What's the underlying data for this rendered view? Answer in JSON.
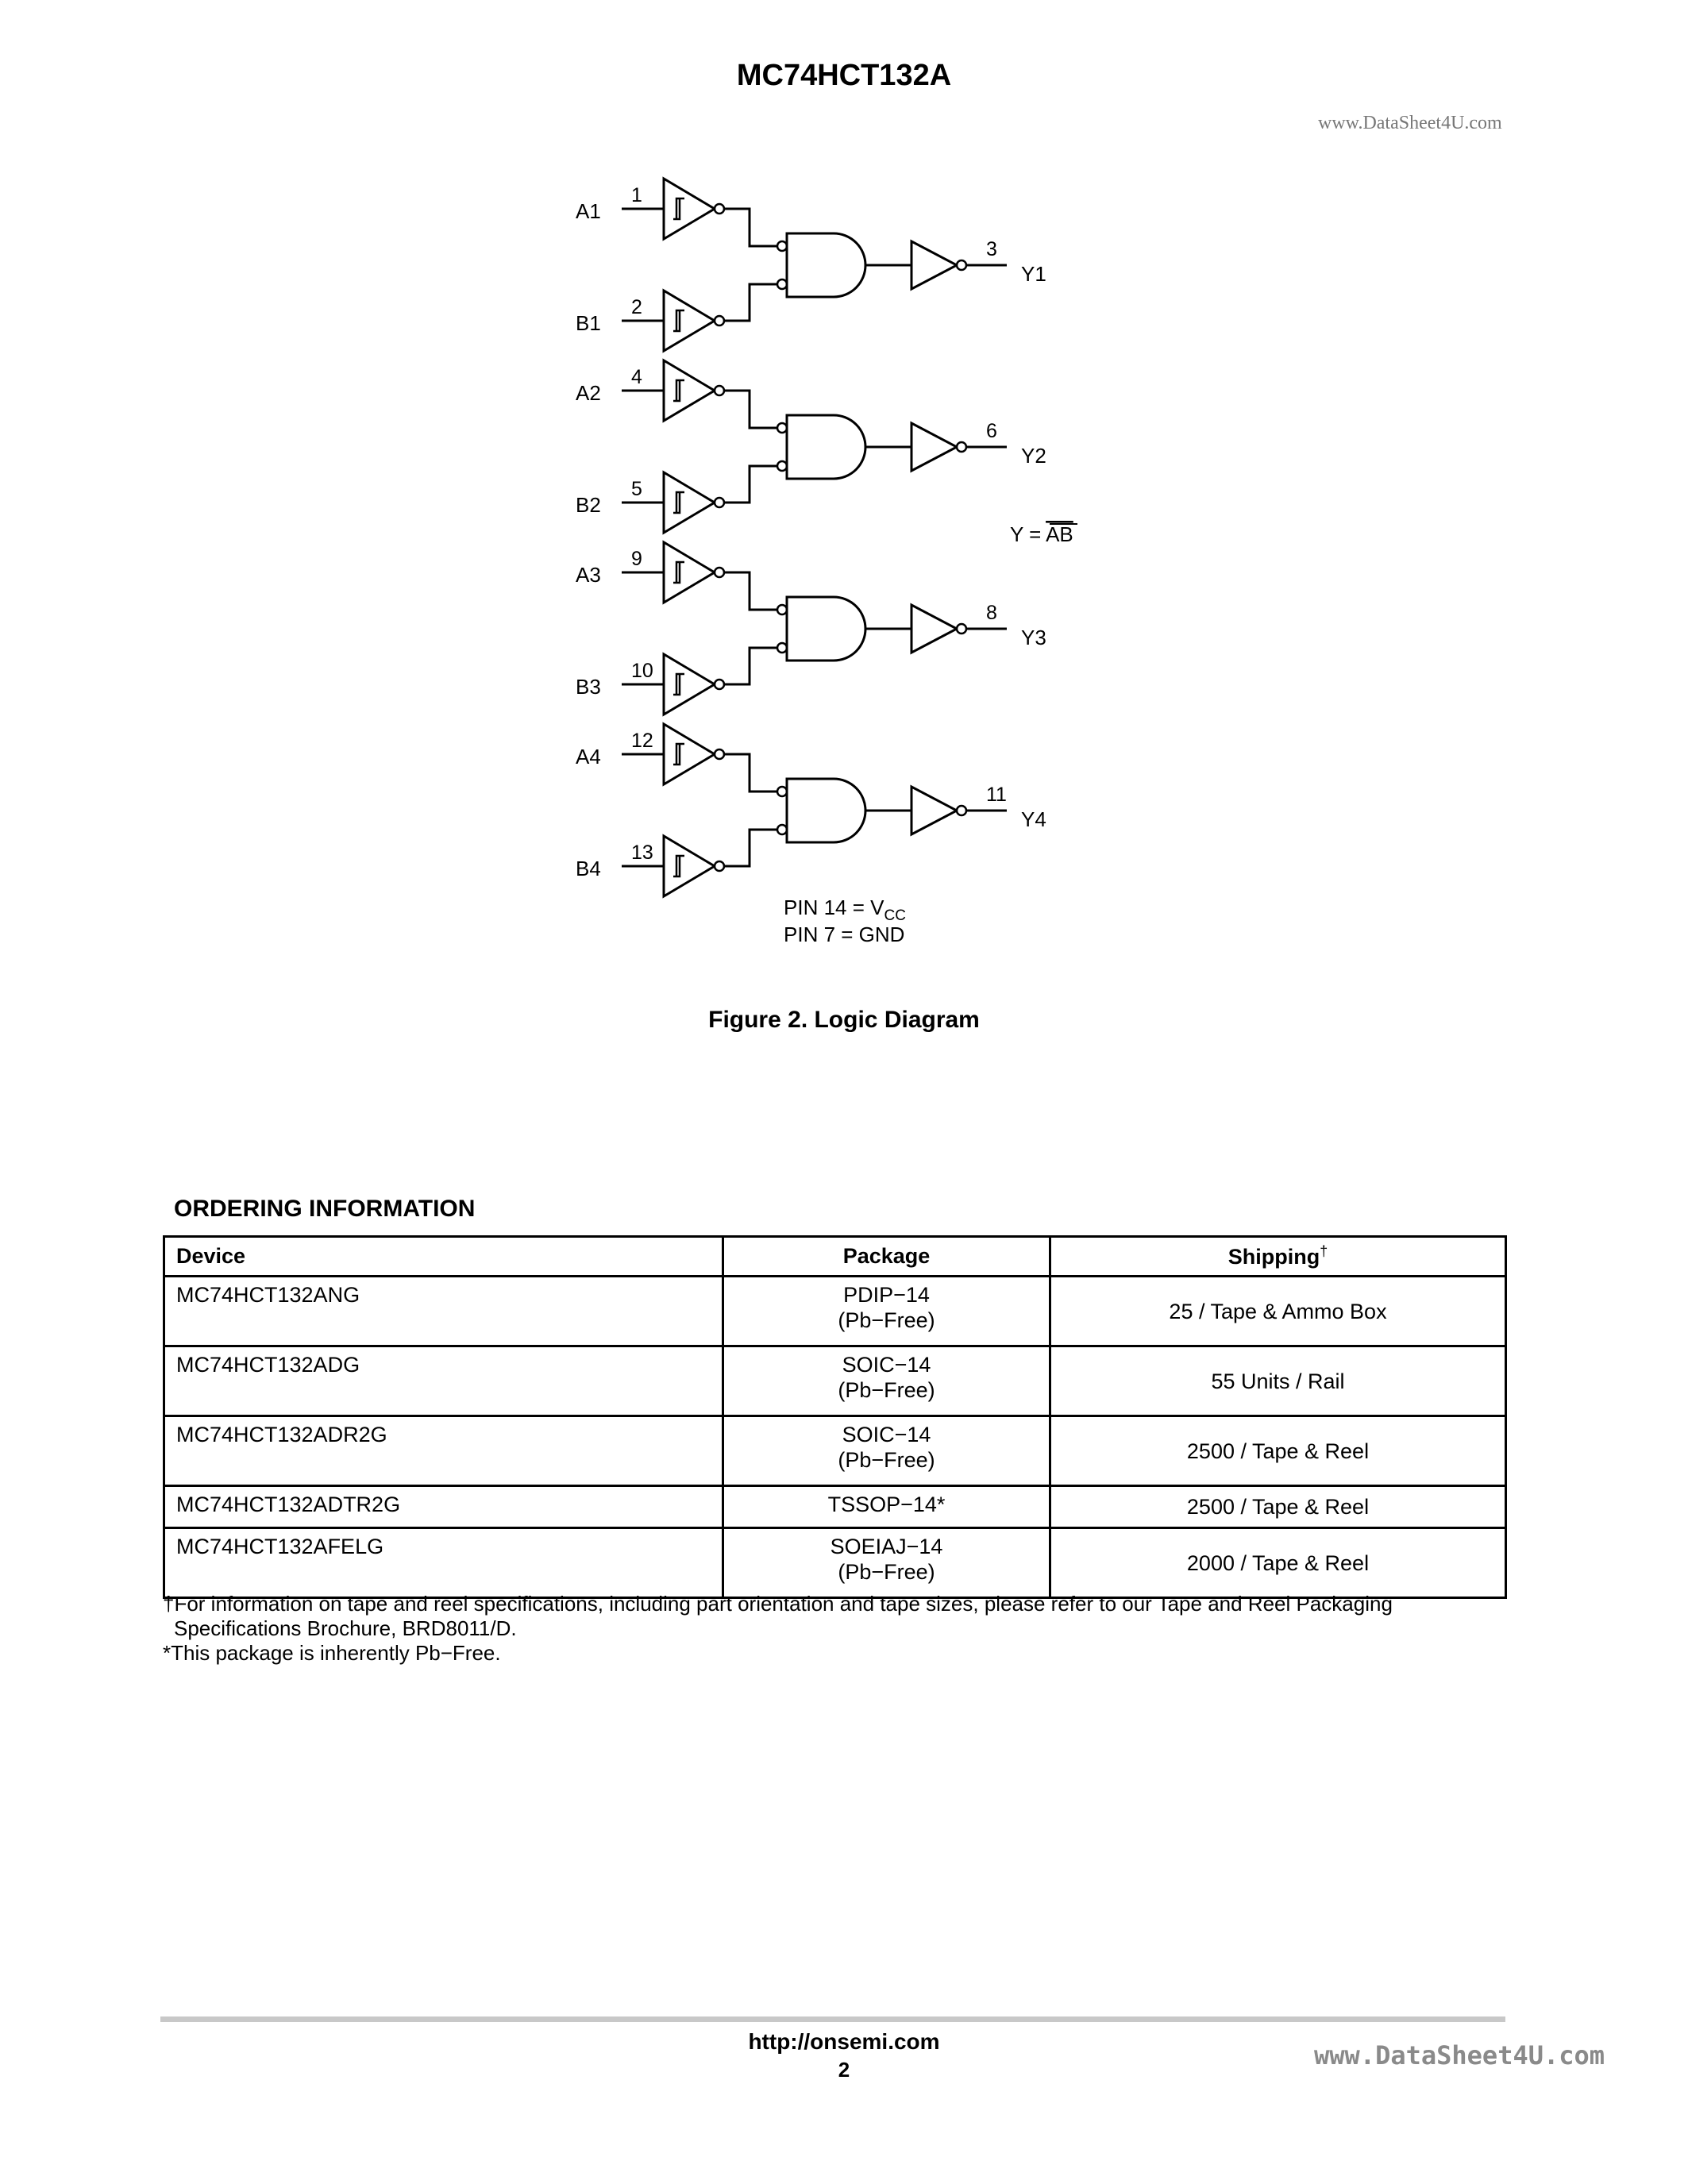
{
  "header": {
    "title": "MC74HCT132A",
    "watermark_top": "www.DataSheet4U.com"
  },
  "figure": {
    "gates": [
      {
        "input_a": "A1",
        "pin_a": "1",
        "input_b": "B1",
        "pin_b": "2",
        "output": "Y1",
        "pin_out": "3"
      },
      {
        "input_a": "A2",
        "pin_a": "4",
        "input_b": "B2",
        "pin_b": "5",
        "output": "Y2",
        "pin_out": "6"
      },
      {
        "input_a": "A3",
        "pin_a": "9",
        "input_b": "B3",
        "pin_b": "10",
        "output": "Y3",
        "pin_out": "8"
      },
      {
        "input_a": "A4",
        "pin_a": "12",
        "input_b": "B4",
        "pin_b": "13",
        "output": "Y4",
        "pin_out": "11"
      }
    ],
    "equation_prefix": "Y = ",
    "equation_overbar": "AB",
    "pin_vcc_prefix": "PIN 14 = V",
    "pin_vcc_sub": "CC",
    "pin_gnd": "PIN 7 = GND",
    "caption": "Figure 2. Logic Diagram"
  },
  "ordering": {
    "title": "ORDERING INFORMATION",
    "headers": {
      "device": "Device",
      "package": "Package",
      "shipping": "Shipping",
      "shipping_mark": "†"
    },
    "rows": [
      {
        "device": "MC74HCT132ANG",
        "package": "PDIP−14",
        "package_note": "(Pb−Free)",
        "shipping": "25 / Tape & Ammo Box"
      },
      {
        "device": "MC74HCT132ADG",
        "package": "SOIC−14",
        "package_note": "(Pb−Free)",
        "shipping": "55 Units / Rail"
      },
      {
        "device": "MC74HCT132ADR2G",
        "package": "SOIC−14",
        "package_note": "(Pb−Free)",
        "shipping": "2500 / Tape & Reel"
      },
      {
        "device": "MC74HCT132ADTR2G",
        "package": "TSSOP−14*",
        "package_note": "",
        "shipping": "2500 / Tape & Reel"
      },
      {
        "device": "MC74HCT132AFELG",
        "package": "SOEIAJ−14",
        "package_note": "(Pb−Free)",
        "shipping": "2000 / Tape & Reel"
      }
    ],
    "footnote_1_line1": "†For information on tape and reel specifications, including part orientation and tape sizes, please refer to our Tape and Reel Packaging",
    "footnote_1_line2": "Specifications Brochure, BRD8011/D.",
    "footnote_2": "*This package is inherently Pb−Free."
  },
  "footer": {
    "url": "http://onsemi.com",
    "page_number": "2",
    "watermark_bottom": "www.DataSheet4U.com"
  }
}
